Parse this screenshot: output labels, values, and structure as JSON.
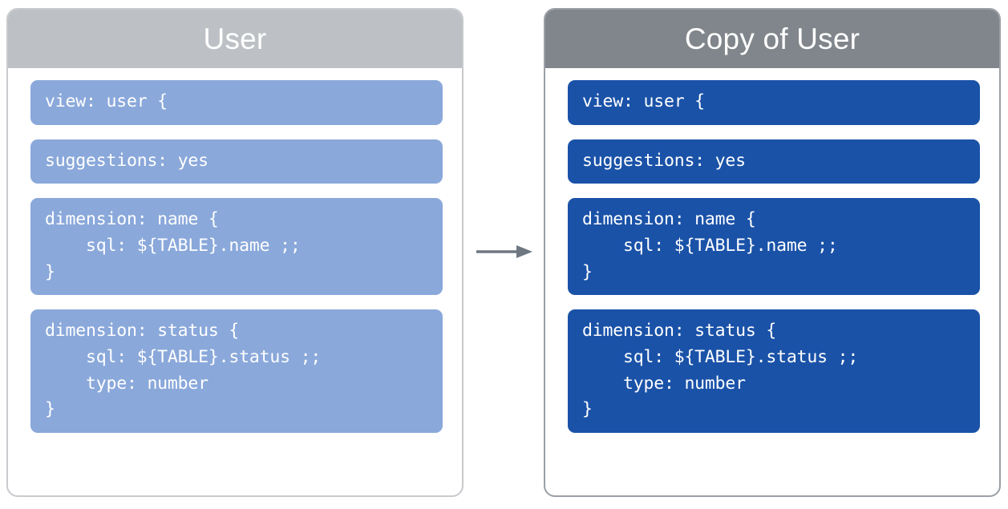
{
  "diagram": {
    "type": "before-after-copy",
    "connector": {
      "icon": "arrow-right-icon",
      "direction": "left-to-right",
      "color": "#6e7781"
    }
  },
  "colors": {
    "left_header_bg": "#bdc1c6",
    "right_header_bg": "#80868b",
    "left_block_bg": "#8aa8da",
    "right_block_bg": "#1a52a8",
    "block_text": "#ffffff",
    "left_panel_border": "#c8cacd",
    "right_panel_border": "#9aa0a6",
    "arrow": "#6e7781"
  },
  "panels": [
    {
      "id": "source",
      "title": "User",
      "blocks": [
        {
          "id": "view",
          "code": "view: user {"
        },
        {
          "id": "suggestions",
          "code": "suggestions: yes"
        },
        {
          "id": "dimension-name",
          "code": "dimension: name {\n    sql: ${TABLE}.name ;;\n}"
        },
        {
          "id": "dimension-status",
          "code": "dimension: status {\n    sql: ${TABLE}.status ;;\n    type: number\n}"
        }
      ]
    },
    {
      "id": "copy",
      "title": "Copy of User",
      "blocks": [
        {
          "id": "view",
          "code": "view: user {"
        },
        {
          "id": "suggestions",
          "code": "suggestions: yes"
        },
        {
          "id": "dimension-name",
          "code": "dimension: name {\n    sql: ${TABLE}.name ;;\n}"
        },
        {
          "id": "dimension-status",
          "code": "dimension: status {\n    sql: ${TABLE}.status ;;\n    type: number\n}"
        }
      ]
    }
  ]
}
